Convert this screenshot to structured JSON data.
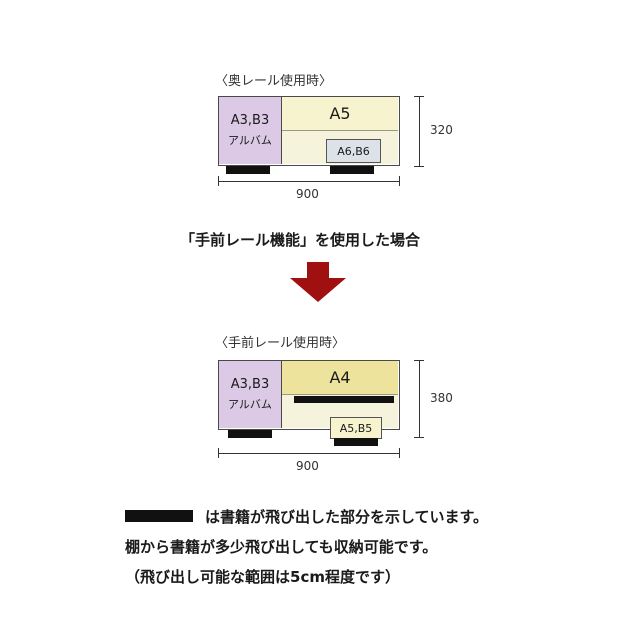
{
  "top": {
    "caption": "〈奥レール使用時〉",
    "left_label_1": "A3,B3",
    "left_label_2": "アルバム",
    "right_top_label": "A5",
    "small_box_label": "A6,B6",
    "height_dim": "320",
    "width_dim": "900"
  },
  "middle": {
    "heading": "「手前レール機能」を使用した場合"
  },
  "bottom": {
    "caption": "〈手前レール使用時〉",
    "left_label_1": "A3,B3",
    "left_label_2": "アルバム",
    "right_top_label": "A4",
    "small_box_label": "A5,B5",
    "height_dim": "380",
    "width_dim": "900"
  },
  "notes": {
    "line1": "は書籍が飛び出した部分を示しています。",
    "line2": "棚から書籍が多少飛び出しても収納可能です。",
    "line3": "（飛び出し可能な範囲は5cm程度です）"
  },
  "colors": {
    "lavender": "#dcc9e6",
    "cream": "#f8f3cf",
    "cream_light": "#f6f3dc",
    "yellow": "#ede39c",
    "small_box": "#dde1e8",
    "arrow": "#a01010"
  }
}
